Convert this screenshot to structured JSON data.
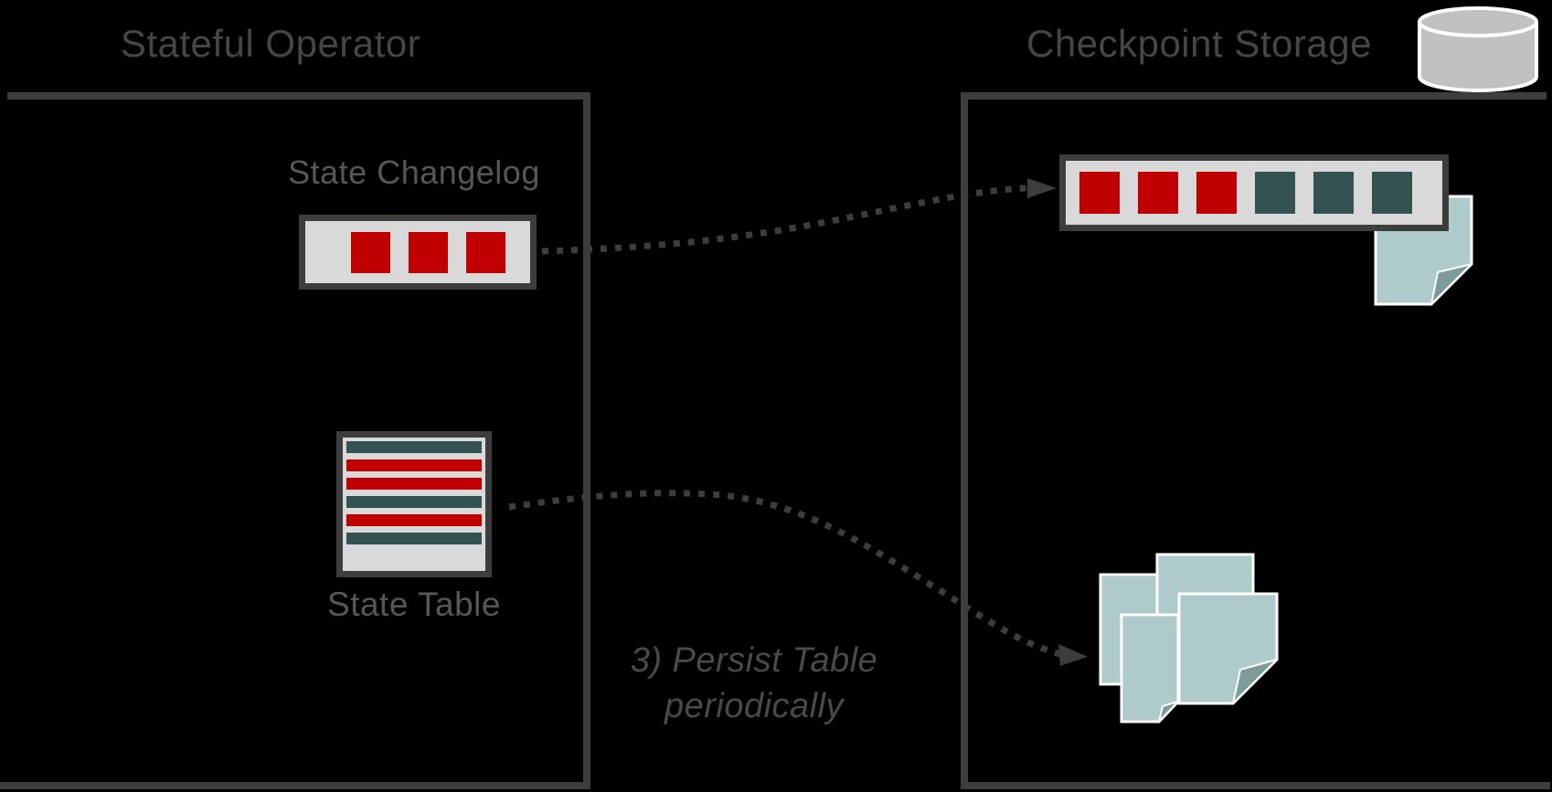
{
  "panels": {
    "left": {
      "title": "Stateful Operator"
    },
    "right": {
      "title": "Checkpoint Storage"
    }
  },
  "changelog": {
    "label": "State Changelog",
    "cells": [
      "red",
      "red",
      "red"
    ]
  },
  "checkpoint_bar": {
    "cells": [
      "red",
      "red",
      "red",
      "teal",
      "teal",
      "teal"
    ]
  },
  "state_table": {
    "label": "State Table",
    "rows": [
      "teal",
      "red",
      "red",
      "teal",
      "red",
      "teal"
    ]
  },
  "annotation": {
    "line1": "3) Persist Table",
    "line2": "periodically"
  },
  "icons": {
    "database_cylinder": "checkpoint storage database",
    "documents": "persisted snapshot files",
    "changelog_document": "persisted changelog file"
  },
  "colors": {
    "red": "#c00000",
    "teal": "#345252",
    "bar_fill": "#d9d9d9",
    "border": "#3d3d3d",
    "arrow": "#3d3d3d",
    "document_fill": "#aecaca",
    "document_fold": "#7d9b9b",
    "document_stroke": "#ffffff",
    "cylinder_fill": "#c1c1c1",
    "title_text": "#464646",
    "label_text": "#575757",
    "background": "#000000"
  }
}
